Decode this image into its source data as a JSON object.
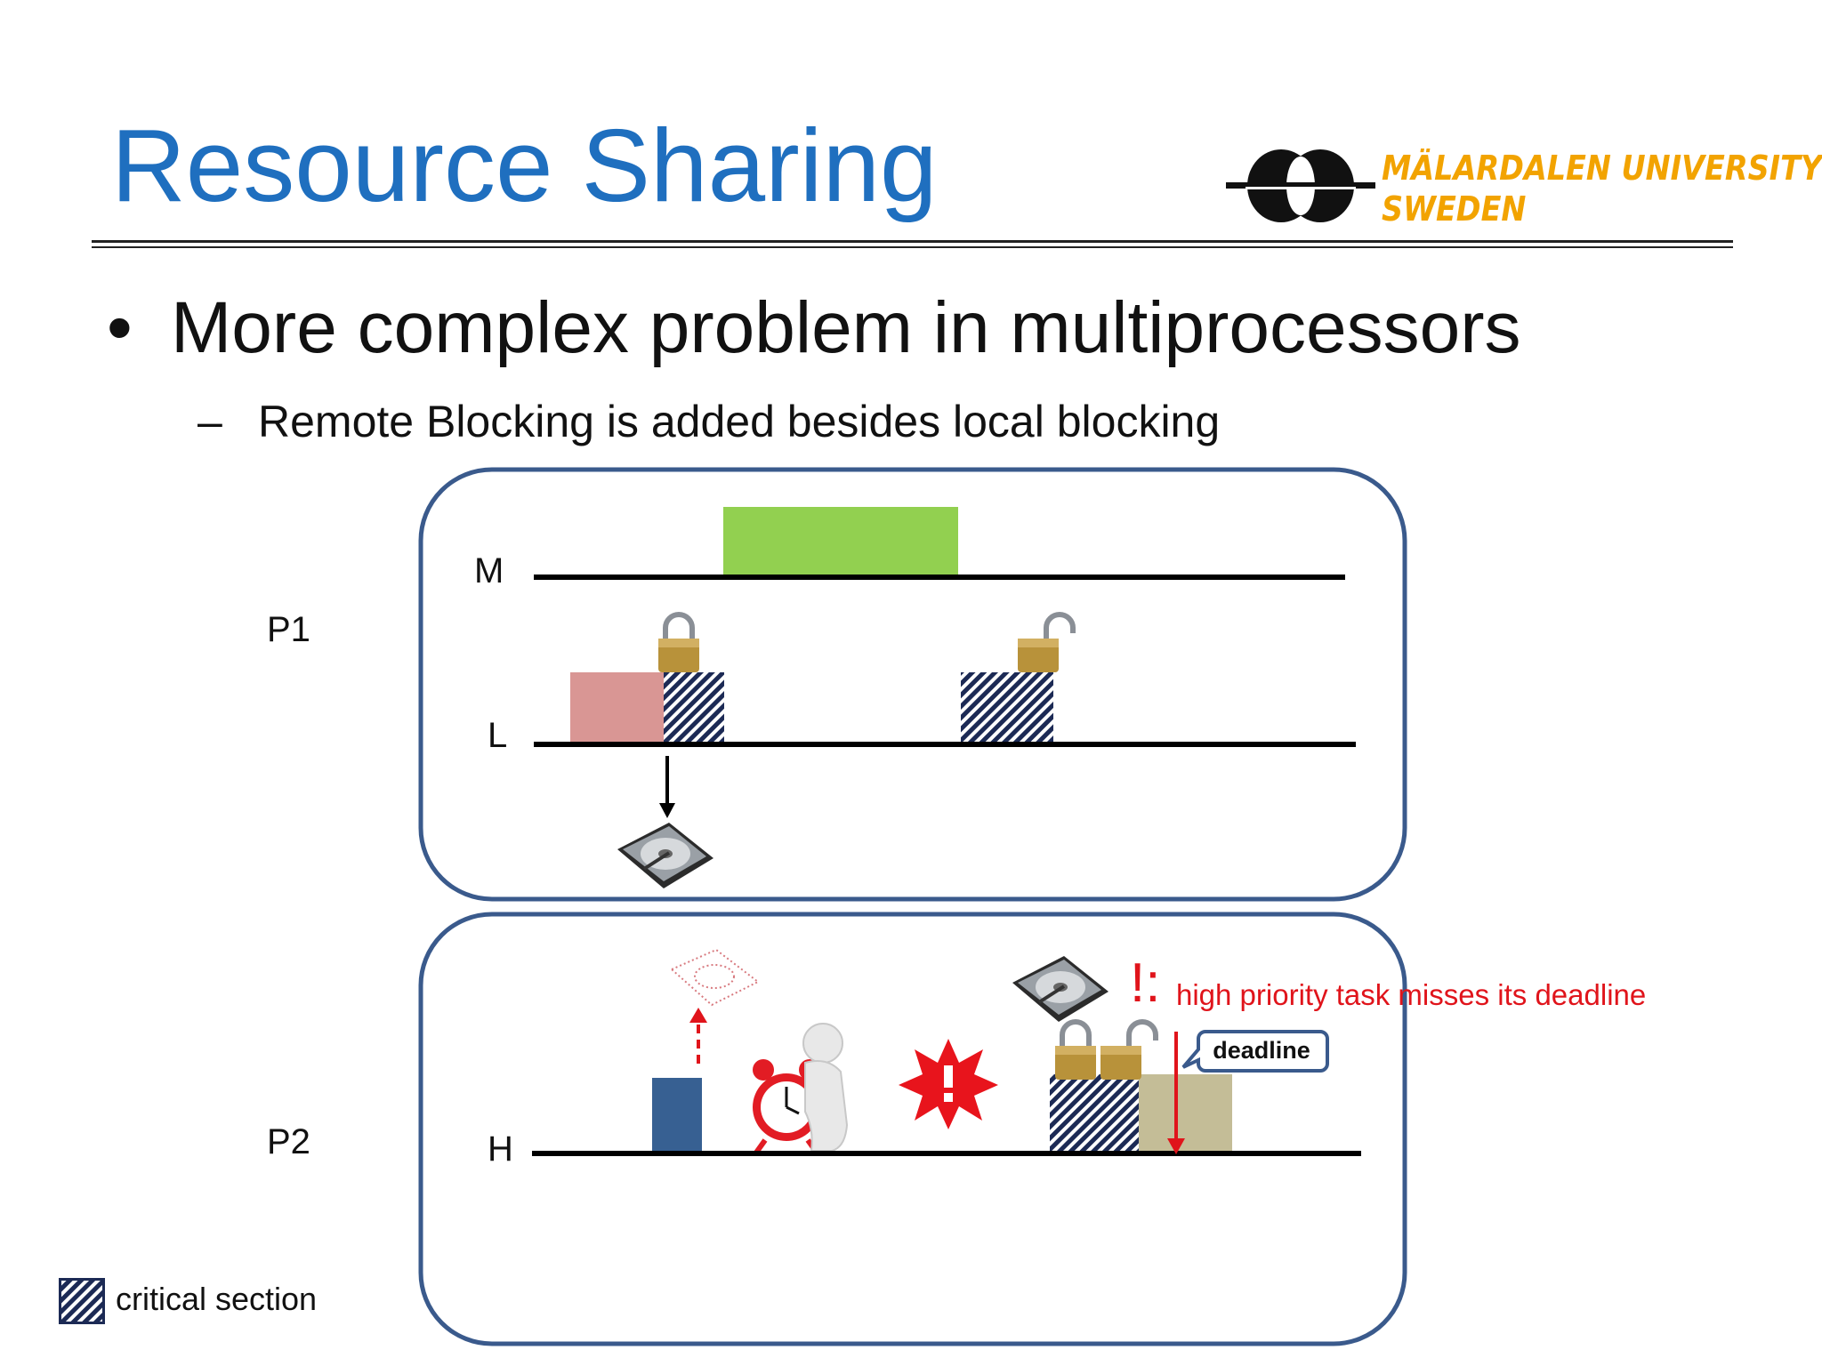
{
  "title": "Resource Sharing",
  "logo": {
    "line1": "MÄLARDALEN UNIVERSITY",
    "line2": "SWEDEN"
  },
  "bullets": {
    "main": "More complex problem in multiprocessors",
    "sub": "Remote Blocking is added besides local blocking"
  },
  "diagram": {
    "processors": {
      "p1": "P1",
      "p2": "P2"
    },
    "tasks": {
      "m": "M",
      "l": "L",
      "h": "H"
    },
    "deadline_label": "deadline",
    "warning_mark": "!:",
    "warning_text": "high priority task misses its deadline",
    "legend_label": "critical section"
  },
  "colors": {
    "title_blue": "#1f6fbf",
    "logo_orange": "#f2a300",
    "m_task_green": "#92d050",
    "l_task_pink": "#d99694",
    "h_task_blue": "#376092",
    "deadline_task_khaki": "#c4bd97",
    "critical_hatch": "#1c2a55",
    "box_border": "#3a5a8c",
    "warning_red": "#e0141b"
  },
  "icons": [
    "lock-closed-icon",
    "lock-open-icon",
    "hard-disk-icon",
    "faded-hard-disk-icon",
    "alarm-clock-figure-icon",
    "explosion-icon"
  ]
}
